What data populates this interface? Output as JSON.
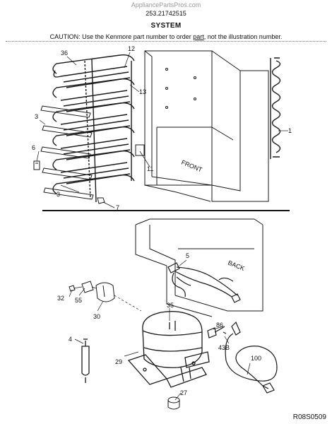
{
  "header": {
    "site": "AppliancePartsPros.com",
    "model": "253.21742515",
    "title": "SYSTEM",
    "caution_pre": "CAUTION: Use the Kenmore part number to order ",
    "caution_link": "part",
    "caution_post": ", not the illustration number."
  },
  "labels": {
    "front": "FRONT",
    "back": "BACK"
  },
  "callouts": {
    "c36": "36",
    "c12": "12",
    "c13": "13",
    "c3a": "3",
    "c3b": "3",
    "c6": "6",
    "c11": "11",
    "c1": "1",
    "c7": "7",
    "c5": "5",
    "c32": "32",
    "c55": "55",
    "c30": "30",
    "c35": "35",
    "c4": "4",
    "c29": "29",
    "c86": "86",
    "c43b": "43B",
    "c100": "100",
    "c27": "27"
  },
  "diagram_code": "R08S0509"
}
